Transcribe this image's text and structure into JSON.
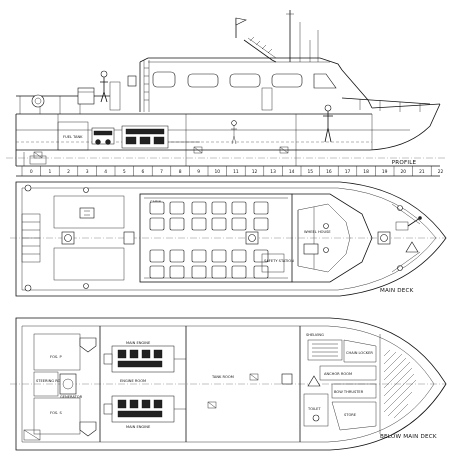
{
  "views": {
    "profile": "PROFILE",
    "main_deck": "MAIN DECK",
    "below_main_deck": "BELOW MAIN DECK"
  },
  "frame_numbers": [
    "0",
    "1",
    "2",
    "3",
    "4",
    "5",
    "6",
    "7",
    "8",
    "9",
    "10",
    "11",
    "12",
    "13",
    "14",
    "15",
    "16",
    "17",
    "18",
    "19",
    "20",
    "21",
    "22"
  ],
  "profile_labels": {
    "fuel_tank": "FUEL TANK"
  },
  "main_deck_labels": {
    "cabin": "CABIN",
    "wheelhouse": "WHEEL HOUSE",
    "safety_station": "SAFETY STATION"
  },
  "below_deck_labels": {
    "fos_port": "FOS. P",
    "fos_starboard": "FOS. S",
    "steering_room": "STEERING ROOM",
    "generator": "GENERATOR",
    "main_engine_top": "MAIN ENGINE",
    "main_engine_bottom": "MAIN ENGINE",
    "engine_room": "ENGINE ROOM",
    "tank_room": "TANK ROOM",
    "chain_locker": "CHAIN LOCKER",
    "anchor_room": "ANCHOR ROOM",
    "bow_thruster": "BOW THRUSTER",
    "shelving": "SHELVING",
    "toilet": "TOILET",
    "store": "STORE"
  }
}
